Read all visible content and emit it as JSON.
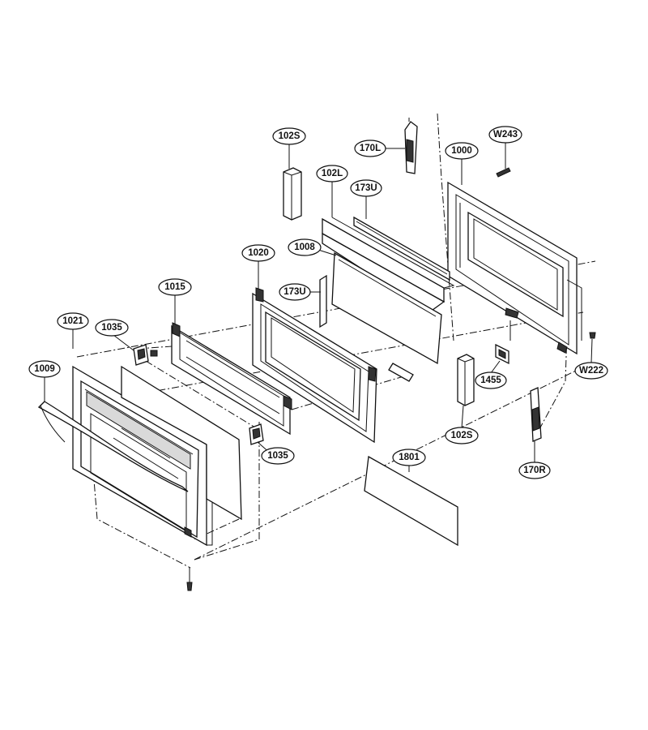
{
  "diagram": {
    "callouts": {
      "p102S_top": "102S",
      "p170L": "170L",
      "pW243": "W243",
      "p1000": "1000",
      "p102L": "102L",
      "p173U_top": "173U",
      "p1020": "1020",
      "p1008": "1008",
      "p173U_mid": "173U",
      "p1015": "1015",
      "p1021": "1021",
      "p1035_top": "1035",
      "p1009": "1009",
      "pW222": "W222",
      "p1455": "1455",
      "p102S_bottom": "102S",
      "p1035_bottom": "1035",
      "p1801": "1801",
      "p170R": "170R"
    },
    "colors": {
      "line": "#111111",
      "background": "#ffffff"
    }
  }
}
